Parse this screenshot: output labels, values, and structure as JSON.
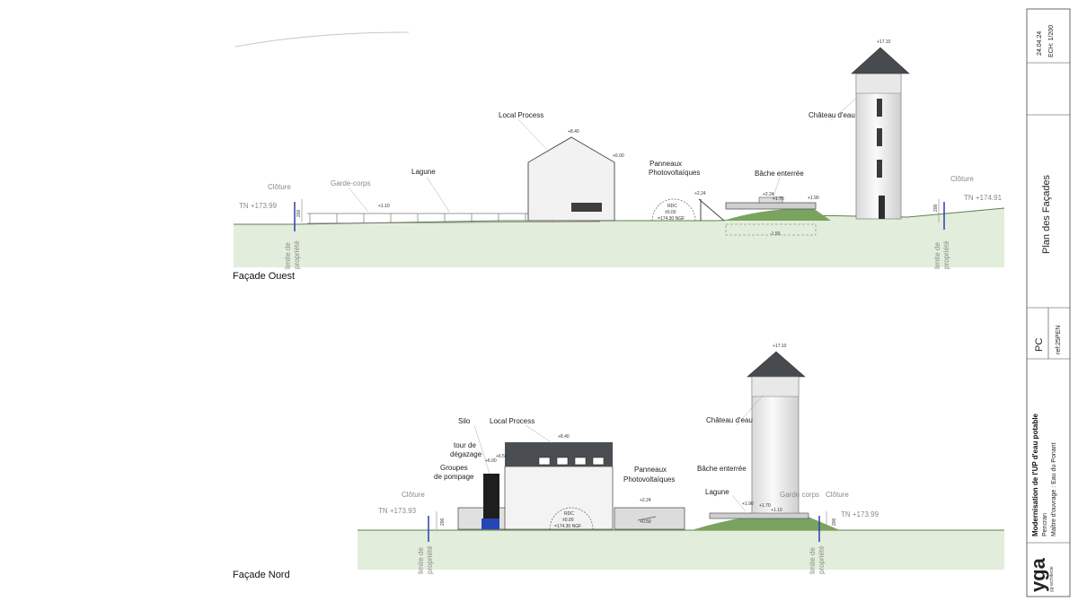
{
  "title_block": {
    "date": "24.04.24",
    "scale": "ECH: 1/200",
    "sheet_title": "Plan des Façades",
    "phase": "PC",
    "ref": "ref:25PEN",
    "project_line1": "Modernisation de l'UP d'eau potable",
    "project_line2": "Pencran",
    "project_line3": "Maître d'ouvrage : Eau du Ponant",
    "logo_text": "yga",
    "logo_sub": "yg-architecte"
  },
  "facade_ouest": {
    "caption": "Façade Ouest",
    "labels": {
      "cloture": "Clôture",
      "garde_corps": "Garde-corps",
      "lagune": "Lagune",
      "local_process": "Local Process",
      "panneaux_1": "Panneaux",
      "panneaux_2": "Photovoltaïques",
      "bache": "Bâche enterrée",
      "chateau": "Château d'eau",
      "limite_1": "limite de",
      "limite_2": "propriété"
    },
    "levels": {
      "tn_left": "TN +173.99",
      "tn_right": "TN +174.91",
      "top_tower": "+17.10",
      "top_process": "+8.40",
      "eave_process": "+6.00",
      "gc": "+1.10",
      "pv": "+2.24",
      "bache_1": "+2.24",
      "bache_2": "+1.70",
      "bache_3": "+1.90",
      "bache_low": "-1.50",
      "rdc_1": "RDC",
      "rdc_2": "±0.00",
      "rdc_3": "=174.30 NGF",
      "h200": "200"
    }
  },
  "facade_nord": {
    "caption": "Façade Nord",
    "labels": {
      "cloture": "Clôture",
      "silo": "Silo",
      "local_process": "Local Process",
      "tour_1": "tour de",
      "tour_2": "dégazage",
      "groupes_1": "Groupes",
      "groupes_2": "de pompage",
      "panneaux_1": "Panneaux",
      "panneaux_2": "Photovoltaïques",
      "chateau": "Château d'eau",
      "bache": "Bâche enterrée",
      "lagune": "Lagune",
      "garde_corps": "Garde corps",
      "limite_1": "limite de",
      "limite_2": "propriété"
    },
    "levels": {
      "tn_left": "TN +173.93",
      "tn_right": "TN +173.99",
      "top_tower": "+17.10",
      "top_process": "+8.40",
      "silo_1": "+6.00",
      "silo_2": "+6.50",
      "pv": "+2.24",
      "pv_low": "+0.50",
      "bache_1": "+1.90",
      "bache_2": "+1.70",
      "bache_3": "+1.10",
      "rdc_1": "RDC",
      "rdc_2": "±0.00",
      "rdc_3": "=174.30 NGF",
      "h200": "200"
    }
  },
  "colors": {
    "ground": "#e2eedb",
    "ground_line": "#5f7f52",
    "wall": "#f1f1f1",
    "roof": "#4a4d52",
    "blue_mark": "#2a3fb0"
  }
}
